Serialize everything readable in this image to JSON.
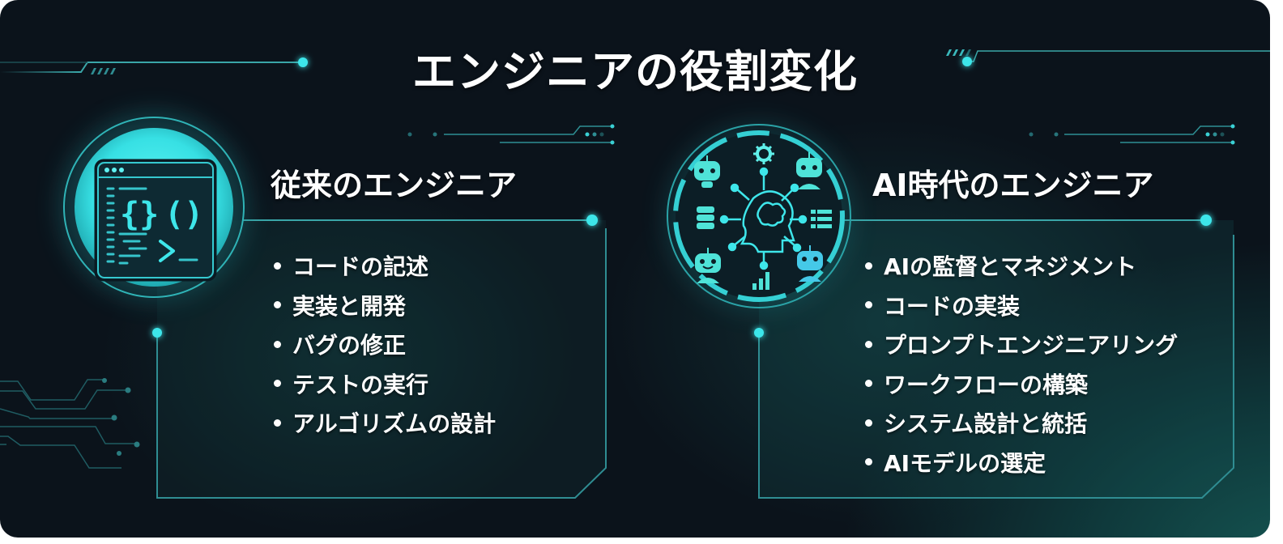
{
  "title": "エンジニアの役割変化",
  "colors": {
    "background": "#0b131b",
    "accent": "#3ee6ea",
    "line": "#3aa6a8",
    "text": "#ffffff"
  },
  "left_panel": {
    "heading": "従来のエンジニア",
    "icon": "code-editor-terminal-icon",
    "items": [
      "コードの記述",
      "実装と開発",
      "バグの修正",
      "テストの実行",
      "アルゴリズムの設計"
    ]
  },
  "right_panel": {
    "heading": "AI時代のエンジニア",
    "icon": "ai-brain-network-robots-icon",
    "items": [
      "AIの監督とマネジメント",
      "コードの実装",
      "プロンプトエンジニアリング",
      "ワークフローの構築",
      "システム設計と統括",
      "AIモデルの選定"
    ]
  }
}
